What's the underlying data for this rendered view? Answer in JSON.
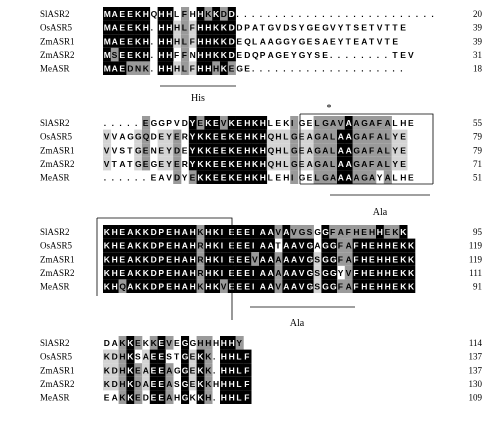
{
  "figure": {
    "blocks": [
      {
        "rows": [
          {
            "name": "SlASR2",
            "seq": "MAEEKHQHHLFHHKKDD..........................",
            "end": "20"
          },
          {
            "name": "OsASR5",
            "seq": "MAEEKH.HHHLFHHKKDDPATGVDSYGEGVYTSETVTTE",
            "end": "39"
          },
          {
            "name": "ZmASR1",
            "seq": "MAEEKH.HHHLFHHKKDEQLAAGGYGESAEYTEATVTE",
            "end": "39"
          },
          {
            "name": "ZmASR2",
            "seq": "MSEEKH.HHFFNHHKKDEDQPAGEYGYSE........TEV",
            "end": "31"
          },
          {
            "name": "MeASR",
            "seq": "MAEDNK.HHHLFHHHKEGE....................",
            "end": "18"
          }
        ],
        "annotations": [
          {
            "label": "His"
          }
        ]
      },
      {
        "rows": [
          {
            "name": "SlASR2",
            "seq": ".....EGGPVDYEKEVKEHKHLEKIGELGAVAAGAFALHE",
            "end": "55"
          },
          {
            "name": "OsASR5",
            "seq": "VVAGGQDEYERYKKEEKEHKHQHLGEAGALAAGAFALYE",
            "end": "79"
          },
          {
            "name": "ZmASR1",
            "seq": "VVSTGENEYDEYKKEEKEHKHQHLGEAGALAAGAFALYE",
            "end": "79"
          },
          {
            "name": "ZmASR2",
            "seq": "VTATGEGEYERYKKEEKEHKHQHLGEAGALAAGAFALYE",
            "end": "71"
          },
          {
            "name": "MeASR",
            "seq": "......EAVDYEKKEEKEHKHLEHIGELGAAAAGAYALHE",
            "end": "51"
          }
        ],
        "annotations": [
          {
            "label": "*"
          },
          {
            "label": "Ala"
          }
        ]
      },
      {
        "rows": [
          {
            "name": "SlASR2",
            "seq": "KHEAKKDPEHAHKHKIEEEIAAVAVGSGGFAFHEHHEKK",
            "end": "95"
          },
          {
            "name": "OsASR5",
            "seq": "KHEAKKDPEHAHRHKIEEEIAATAAVGAGGFAFHEHHEKK",
            "end": "119"
          },
          {
            "name": "ZmASR1",
            "seq": "KHEAKKDPEHAHRHKIEEEVAAAAAVGSGGFAFHEHHEKK",
            "end": "119"
          },
          {
            "name": "ZmASR2",
            "seq": "KHEAKKDPEHAHRHKIEEEIAAAAAVGSGGYVFHEHHEKK",
            "end": "111"
          },
          {
            "name": "MeASR",
            "seq": "KHQAKKDPEHAHKHKVEEEIAAVAAVGSGGFAFHEHHEKK",
            "end": "91"
          }
        ],
        "annotations": [
          {
            "label": "Ala"
          }
        ]
      },
      {
        "rows": [
          {
            "name": "SlASR2",
            "seq": "DAKKEKKEVEGGHHHHHY",
            "end": "114"
          },
          {
            "name": "OsASR5",
            "seq": "KDHKSAEESTGEKK.HHLF",
            "end": "137"
          },
          {
            "name": "ZmASR1",
            "seq": "KDHKEAEEAGGEKK.HHLF",
            "end": "137"
          },
          {
            "name": "ZmASR2",
            "seq": "KDHKDAEEASGEKKHHHLF",
            "end": "130"
          },
          {
            "name": "MeASR",
            "seq": "EAKKEDEEAHGKKH.HHLF",
            "end": "109"
          }
        ],
        "annotations": []
      }
    ],
    "colors": {
      "identical_bg": "#000000",
      "identical_fg": "#ffffff",
      "similar_bg": "#9a9a9a",
      "similar_fg": "#000000",
      "partial_bg": "#d4d4d4",
      "partial_fg": "#000000",
      "plain_fg": "#000000"
    }
  }
}
